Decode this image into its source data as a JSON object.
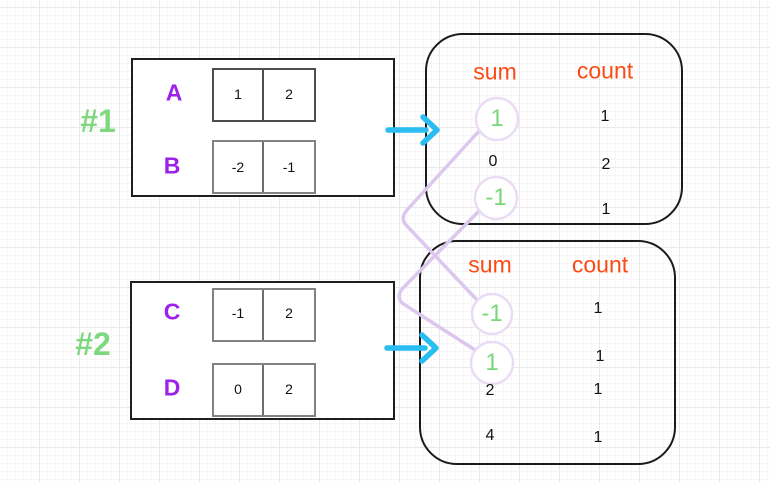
{
  "colors": {
    "group_label_green": "#7fd87f",
    "sum_highlight_green": "#79d679",
    "array_letter_purple": "#9d20eb",
    "header_orange": "#fb4a14",
    "arrow_cyan": "#29bdf2",
    "connector_lavender": "#dcc7ee",
    "highlight_circle_stroke": "#eadcf5",
    "cell_border_gray": "#6e6e6e",
    "box_border_black": "#1b1b1b"
  },
  "groups": [
    {
      "label": "#1",
      "arrow_icon": "arrow-right",
      "arrays": [
        {
          "name": "A",
          "cells": [
            "1",
            "2"
          ]
        },
        {
          "name": "B",
          "cells": [
            "-2",
            "-1"
          ]
        }
      ],
      "table": {
        "sum_header": "sum",
        "count_header": "count",
        "rows": [
          {
            "sum": "1",
            "count": "1",
            "circled": true
          },
          {
            "sum": "0",
            "count": "2",
            "circled": false
          },
          {
            "sum": "-1",
            "count": "1",
            "circled": true
          }
        ]
      }
    },
    {
      "label": "#2",
      "arrow_icon": "arrow-right",
      "arrays": [
        {
          "name": "C",
          "cells": [
            "-1",
            "2"
          ]
        },
        {
          "name": "D",
          "cells": [
            "0",
            "2"
          ]
        }
      ],
      "table": {
        "sum_header": "sum",
        "count_header": "count",
        "rows": [
          {
            "sum": "-1",
            "count": "1",
            "circled": true
          },
          {
            "sum": "1",
            "count": "1",
            "circled": true
          },
          {
            "sum": "2",
            "count": "1",
            "circled": false
          },
          {
            "sum": "4",
            "count": "1",
            "circled": false
          }
        ]
      }
    }
  ],
  "connections": [
    {
      "from_group": "#1",
      "from_sum": "1",
      "to_group": "#2",
      "to_sum": "-1"
    },
    {
      "from_group": "#1",
      "from_sum": "-1",
      "to_group": "#2",
      "to_sum": "1"
    }
  ]
}
